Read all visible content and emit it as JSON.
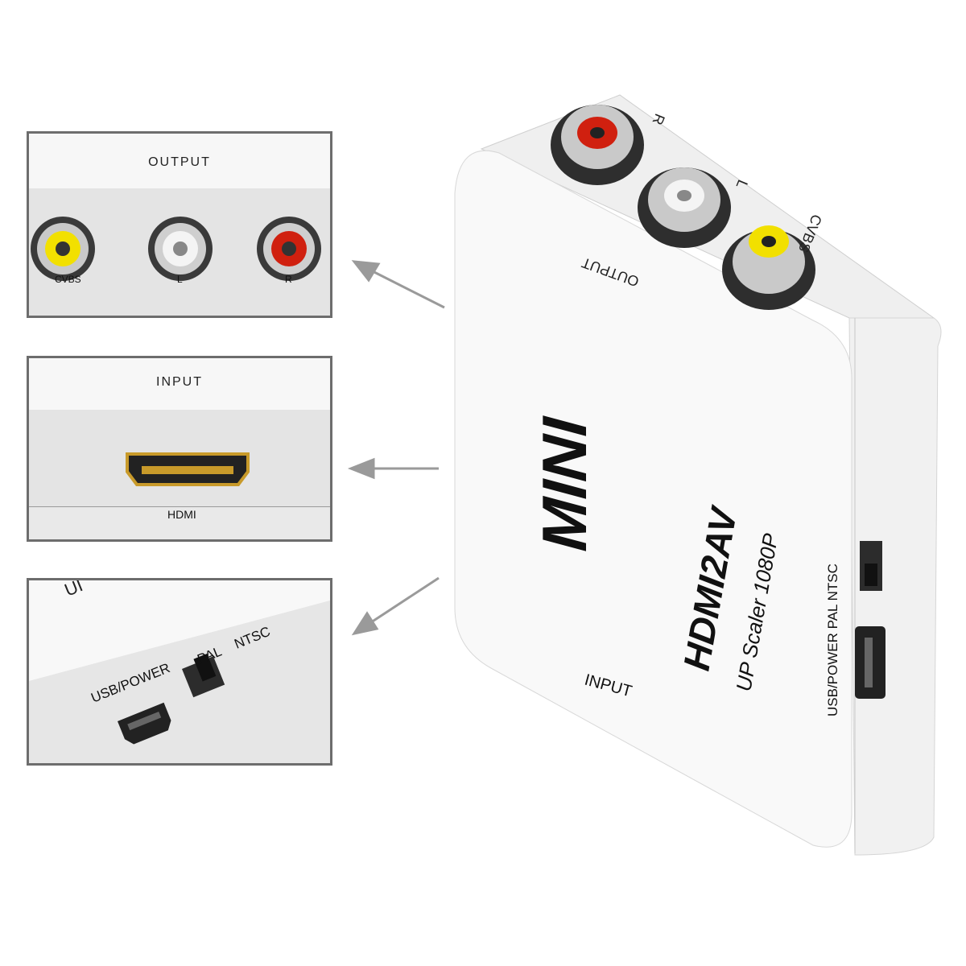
{
  "panels": {
    "output": {
      "title": "OUTPUT",
      "jacks": [
        "CVBS",
        "L",
        "R"
      ]
    },
    "input": {
      "title": "INPUT",
      "port": "HDMI"
    },
    "power": {
      "usb_label": "USB/POWER",
      "pal": "PAL",
      "ntsc": "NTSC",
      "partial": "UI"
    }
  },
  "device": {
    "brand": "MINI",
    "model": "HDMI2AV",
    "subtitle": "UP Scaler 1080P",
    "output_label": "OUTPUT",
    "input_label": "INPUT",
    "jack_r": "R",
    "jack_l": "L",
    "jack_cvbs": "CVBS",
    "side_label": "USB/POWER PAL NTSC"
  },
  "colors": {
    "red": "#d0200f",
    "yellow": "#f2e000",
    "white": "#f4f4f4",
    "gold": "#c89a2a",
    "arrow": "#9a9a9a"
  }
}
